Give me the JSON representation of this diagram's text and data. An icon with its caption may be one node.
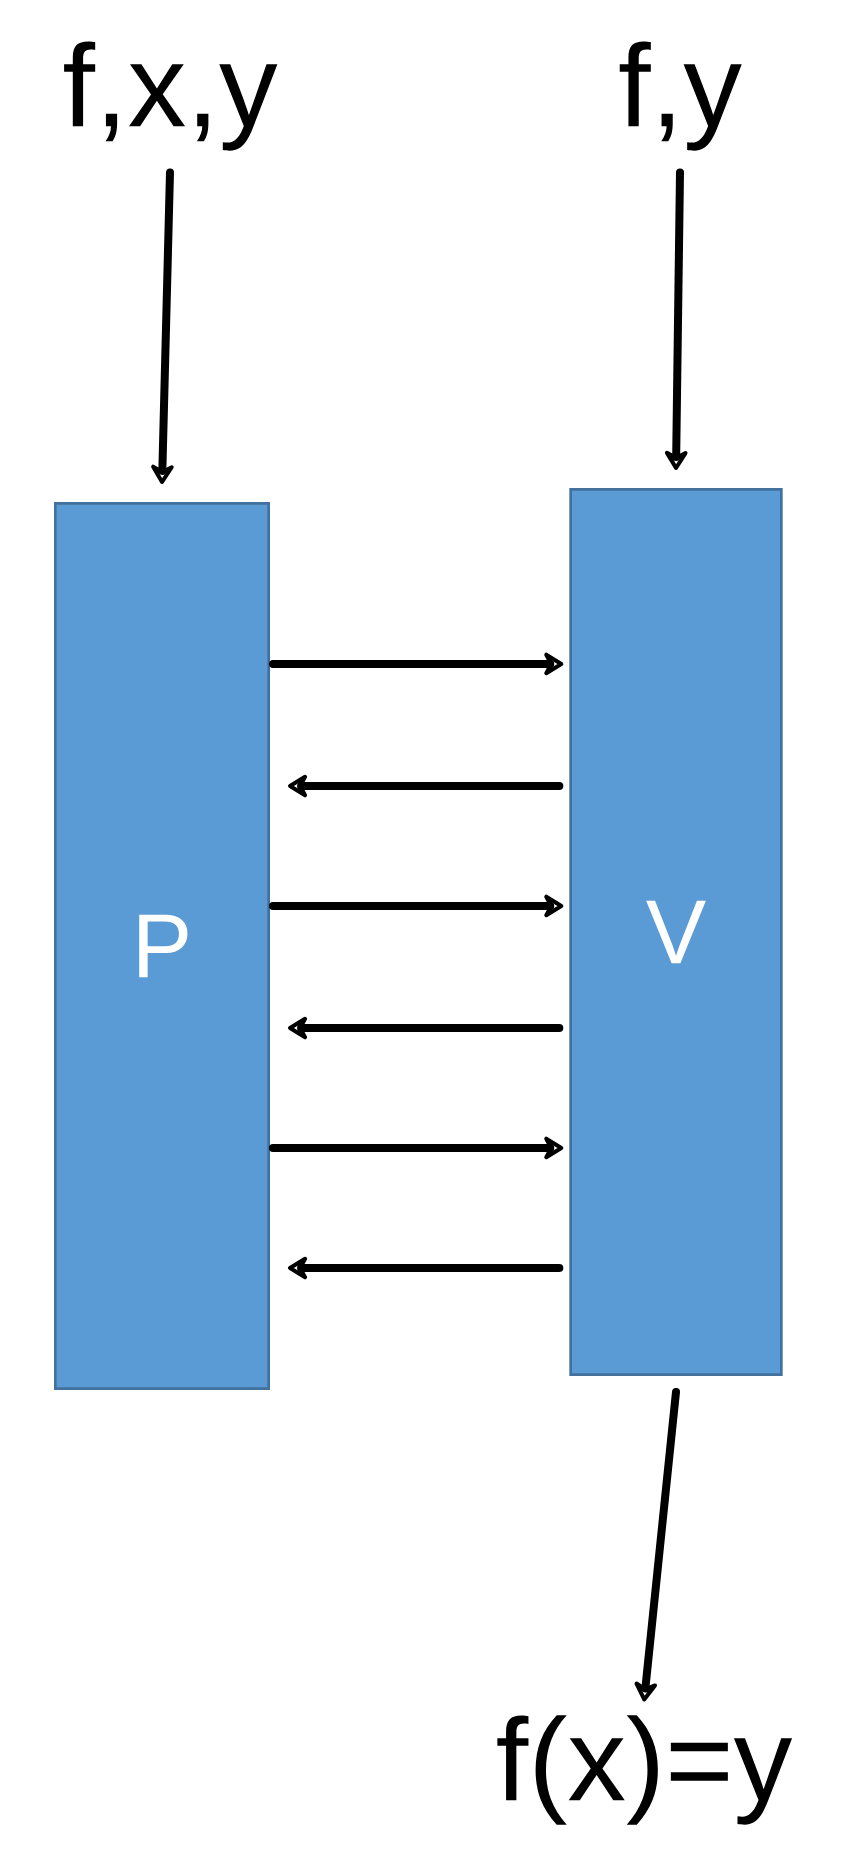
{
  "diagram": {
    "nodes": [
      {
        "text": [
          "f,x,y"
        ]
      },
      {
        "text": [
          "f,y"
        ]
      },
      {
        "text": [
          "P"
        ]
      },
      {
        "text": [
          "V"
        ]
      },
      {
        "text": [
          "f(x)=y"
        ]
      }
    ],
    "edges": [
      {
        "from": 0,
        "to": 2,
        "arrow": "to"
      },
      {
        "from": 1,
        "to": 3,
        "arrow": "to"
      },
      {
        "from": 2,
        "to": 3,
        "arrow": "to"
      },
      {
        "from": 3,
        "to": 2,
        "arrow": "to"
      },
      {
        "from": 2,
        "to": 3,
        "arrow": "to"
      },
      {
        "from": 3,
        "to": 2,
        "arrow": "to"
      },
      {
        "from": 2,
        "to": 3,
        "arrow": "to"
      },
      {
        "from": 3,
        "to": 2,
        "arrow": "to"
      },
      {
        "from": 3,
        "to": 4,
        "arrow": "to"
      }
    ]
  }
}
